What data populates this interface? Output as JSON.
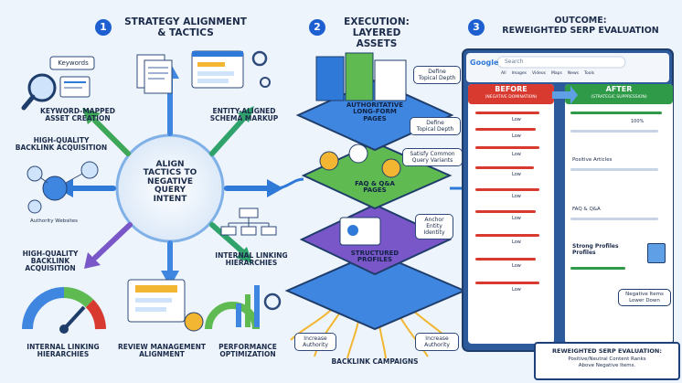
{
  "colors": {
    "background": "#eef4fb",
    "accent_blue": "#1d5fd0",
    "before_red": "#d93a2f",
    "after_green": "#2f9a48",
    "layer_blue": "#3f86e0",
    "layer_green": "#5fba52",
    "layer_purple": "#7a57c9"
  },
  "section1": {
    "number": "1",
    "title": "STRATEGY ALIGNMENT\n& TACTICS",
    "center": "ALIGN\nTACTICS TO\nNEGATIVE\nQUERY\nINTENT",
    "labels": {
      "keywords_tag": "Keywords",
      "keyword_asset": "KEYWORD-MAPPED\nASSET CREATION",
      "entity_schema": "ENTITY-ALIGNED\nSCHEMA MARKUP",
      "backlink_top": "HIGH-QUALITY\nBACKLINK ACQUISITION",
      "authority_websites": "Authority Websites",
      "backlink_bottom": "HIGH-QUALITY\nBACKLINK\nACQUISITION",
      "internal_linking_right": "INTERNAL LINKING\nHIERARCHIES",
      "internal_linking_bottom": "INTERNAL LINKING\nHIERARCHIES",
      "review_mgmt": "REVIEW MANAGEMENT\nALIGNMENT",
      "performance": "PERFORMANCE\nOPTIMIZATION"
    }
  },
  "section2": {
    "number": "2",
    "title": "EXECUTION:\nLAYERED ASSETS",
    "layers": {
      "top": "AUTHORITATIVE\nLONG-FORM\nPAGES",
      "middle": "FAQ & Q&A\nPAGES",
      "bottom": "STRUCTURED\nPROFILES"
    },
    "callouts": {
      "define_depth_1": "Define\nTopical Depth",
      "define_depth_2": "Define\nTopical Depth",
      "satisfy": "Satisfy Common\nQuery Variants",
      "anchor": "Anchor\nEntity\nIdentity",
      "increase_left": "Increase\nAuthority",
      "increase_right": "Increase\nAuthority"
    },
    "backlink_label": "BACKLINK CAMPAIGNS"
  },
  "section3": {
    "number": "3",
    "title": "OUTCOME:\nREWEIGHTED SERP EVALUATION",
    "browser": {
      "logo": "Google",
      "search_placeholder": "Search",
      "tabs": [
        "All",
        "Images",
        "Videos",
        "Maps",
        "News",
        "Tools"
      ]
    },
    "before": {
      "title": "BEFORE",
      "subtitle": "(NEGATIVE DOMINATION)",
      "rating_label": "Low"
    },
    "after": {
      "title": "AFTER",
      "subtitle": "(STRATEGIC SUPPRESSION)",
      "items": {
        "rating": "100%",
        "positive": "Positive Articles",
        "faq": "FAQ & Q&A",
        "profiles": "Strong Profiles\nProfiles",
        "negative": "Negative Items\nLower Down"
      }
    },
    "footer": {
      "title": "REWEIGHTED SERP EVALUATION:",
      "body": "Positive/Neutral Content Ranks\nAbove Negative Items."
    }
  }
}
